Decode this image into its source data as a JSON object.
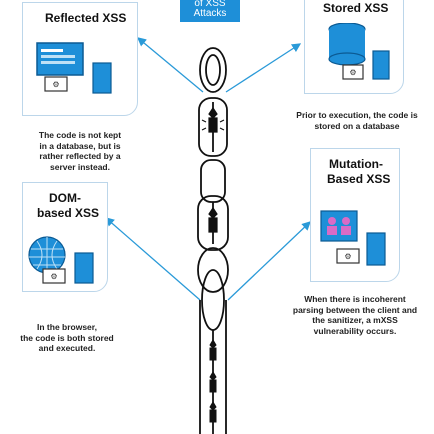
{
  "banner": {
    "line1": "of XSS",
    "line2": "Attacks"
  },
  "boxes": {
    "reflected": {
      "title": "Reflected XSS"
    },
    "stored": {
      "title": "Stored XSS"
    },
    "dom": {
      "title_line1": "DOM-",
      "title_line2": "based XSS"
    },
    "mutation": {
      "title_line1": "Mutation-",
      "title_line2": "Based XSS"
    }
  },
  "captions": {
    "reflected": [
      "The code is not kept",
      "in a database, but is",
      "rather reflected by a",
      "server instead."
    ],
    "stored": [
      "Prior to execution, the code is",
      "stored on a database"
    ],
    "dom": [
      "In the browser,",
      "the code is both stored",
      "and executed."
    ],
    "mutation": [
      "When there is incoherent",
      "parsing between the client and",
      "the sanitizer, a mXSS",
      "vulnerability occurs."
    ]
  },
  "colors": {
    "accent": "#1e8fd8",
    "box_border": "#bcd6ea",
    "arrow": "#2a9ad8",
    "text": "#222222"
  }
}
